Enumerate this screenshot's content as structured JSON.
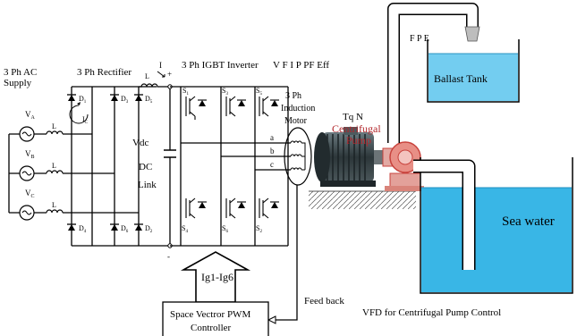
{
  "labels": {
    "supply": [
      "3 Ph AC",
      "Supply"
    ],
    "rectifier": "3 Ph Rectifier",
    "inverter": "3 Ph IGBT Inverter",
    "measurements": "V  F I P PF Eff",
    "motor": [
      "3 Ph",
      "Induction",
      "Motor"
    ],
    "torque_speed": "Tq  N",
    "pump": [
      "Centrifugal",
      "Pump"
    ],
    "fpe": "F P E",
    "ballast_tank": "Ballast Tank",
    "sea_water": "Sea water",
    "vdc": "Vdc",
    "dc_link": [
      "DC",
      "Link"
    ],
    "gate_signals": "Ig1-Ig6",
    "feedback": "Feed back",
    "controller": [
      "Space Vectror PWM",
      "Controller"
    ],
    "caption": "VFD for Centrifugal Pump Control"
  },
  "components": {
    "phase_sources": [
      "V_A",
      "V_B",
      "V_C"
    ],
    "line_inductor": "L",
    "current_ic": "I_C",
    "dc_inductor": "L",
    "dc_current": "I",
    "plus": "+",
    "minus": "-",
    "diodes": [
      "D1",
      "D3",
      "D5",
      "D4",
      "D6",
      "D2"
    ],
    "switches": [
      "S1",
      "S3",
      "S5",
      "S4",
      "S6",
      "S2"
    ],
    "phases_out": [
      "a",
      "b",
      "c"
    ]
  },
  "colors": {
    "water": "#39b6e6",
    "tank_water": "#73cdf0",
    "pump_red": "#c8433d",
    "label_red": "#b3262b",
    "motor_dark": "#2f3a3f",
    "pipe": "#ffffff"
  }
}
